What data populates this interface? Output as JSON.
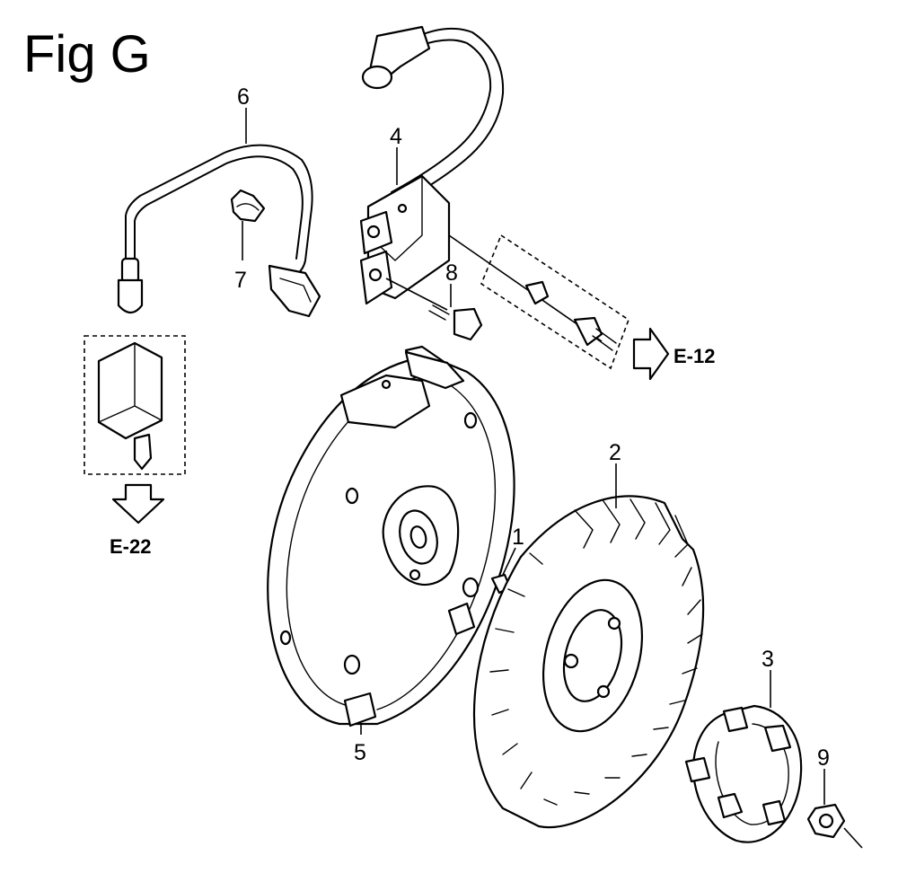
{
  "figure": {
    "title": "Fig G"
  },
  "callouts": {
    "c1": "1",
    "c2": "2",
    "c3": "3",
    "c4": "4",
    "c5": "5",
    "c6": "6",
    "c7": "7",
    "c8": "8",
    "c9": "9"
  },
  "references": {
    "e12": "E-12",
    "e22": "E-22"
  }
}
